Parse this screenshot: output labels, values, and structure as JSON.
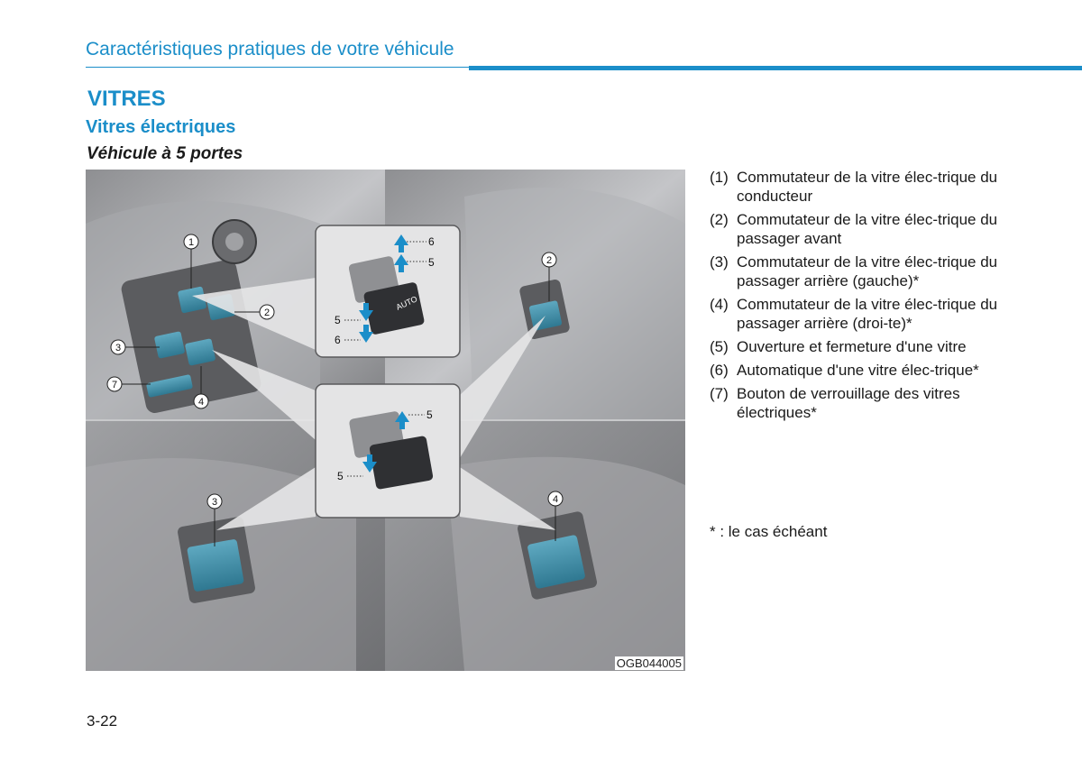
{
  "header": {
    "title": "Caractéristiques pratiques de votre véhicule"
  },
  "section": {
    "title": "VITRES",
    "subtitle": "Vitres électriques",
    "variant": "Véhicule à 5 portes"
  },
  "figure": {
    "code": "OGB044005",
    "callouts": [
      "1",
      "2",
      "3",
      "4",
      "5",
      "6",
      "7"
    ],
    "switch_label": "AUTO"
  },
  "legend": [
    {
      "num": "(1)",
      "text": "Commutateur de la vitre élec-trique du conducteur"
    },
    {
      "num": "(2)",
      "text": "Commutateur de la vitre élec-trique du passager avant"
    },
    {
      "num": "(3)",
      "text": "Commutateur de la vitre élec-trique du passager arrière (gauche)*"
    },
    {
      "num": "(4)",
      "text": "Commutateur de la vitre élec-trique du passager arrière (droi-te)*"
    },
    {
      "num": "(5)",
      "text": "Ouverture et fermeture d'une vitre"
    },
    {
      "num": "(6)",
      "text": "Automatique d'une vitre élec-trique*"
    },
    {
      "num": "(7)",
      "text": "Bouton de verrouillage des vitres électriques*"
    }
  ],
  "note": "* : le cas échéant",
  "page_number": "3-22",
  "colors": {
    "accent": "#1b8ec9",
    "switch": "#3f8fa8"
  }
}
